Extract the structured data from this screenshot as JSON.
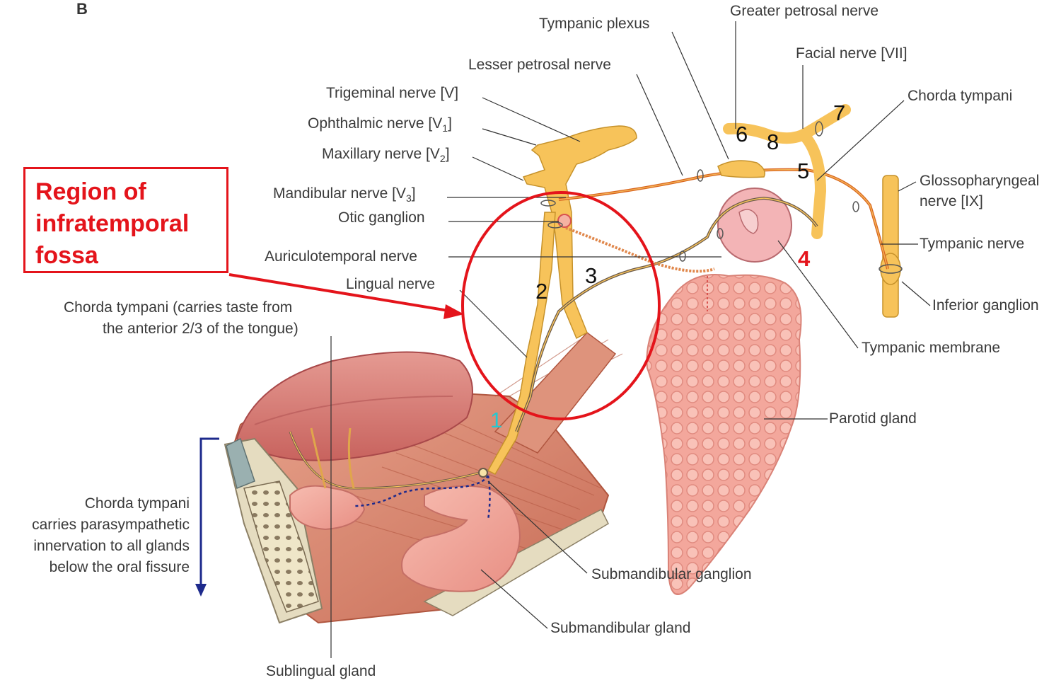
{
  "panel_letter": "B",
  "callout": "Region of\ninfratemporal\nfossa",
  "labels": {
    "tympanic_plexus": "Tympanic plexus",
    "greater_petrosal": "Greater petrosal nerve",
    "facial": "Facial nerve [VII]",
    "lesser_petrosal": "Lesser petrosal nerve",
    "chorda_tympani_top": "Chorda tympani",
    "trigeminal": "Trigeminal nerve [V]",
    "ophthalmic_main": "Ophthalmic nerve [V",
    "ophthalmic_sub": "1",
    "maxillary_main": "Maxillary nerve [V",
    "maxillary_sub": "2",
    "mandibular_main": "Mandibular nerve [V",
    "mandibular_sub": "3",
    "glosso_line1": "Glossopharyngeal",
    "glosso_line2": "nerve [IX]",
    "otic": "Otic ganglion",
    "tympanic_nerve": "Tympanic nerve",
    "auriculotemporal": "Auriculotemporal nerve",
    "lingual": "Lingual nerve",
    "inferior_ganglion": "Inferior ganglion",
    "chorda_taste_line1": "Chorda tympani (carries taste from",
    "chorda_taste_line2": "the anterior 2/3 of the tongue)",
    "tympanic_membrane": "Tympanic membrane",
    "parotid": "Parotid gland",
    "chorda_para_line1": "Chorda tympani",
    "chorda_para_line2": "carries parasympathetic",
    "chorda_para_line3": "innervation to all glands",
    "chorda_para_line4": "below the oral fissure",
    "submandibular_ganglion": "Submandibular ganglion",
    "submandibular_gland": "Submandibular gland",
    "sublingual": "Sublingual gland"
  },
  "numbers": {
    "n1": "1",
    "n2": "2",
    "n3": "3",
    "n4": "4",
    "n5": "5",
    "n6": "6",
    "n7": "7",
    "n8": "8"
  },
  "colors": {
    "highlight": "#e4141b",
    "nerve": "#f7c35a",
    "number_1": "#22c9d3",
    "number_4": "#e4141b",
    "number_default": "#111111",
    "parasympathetic_path": "#1d2a8c"
  }
}
